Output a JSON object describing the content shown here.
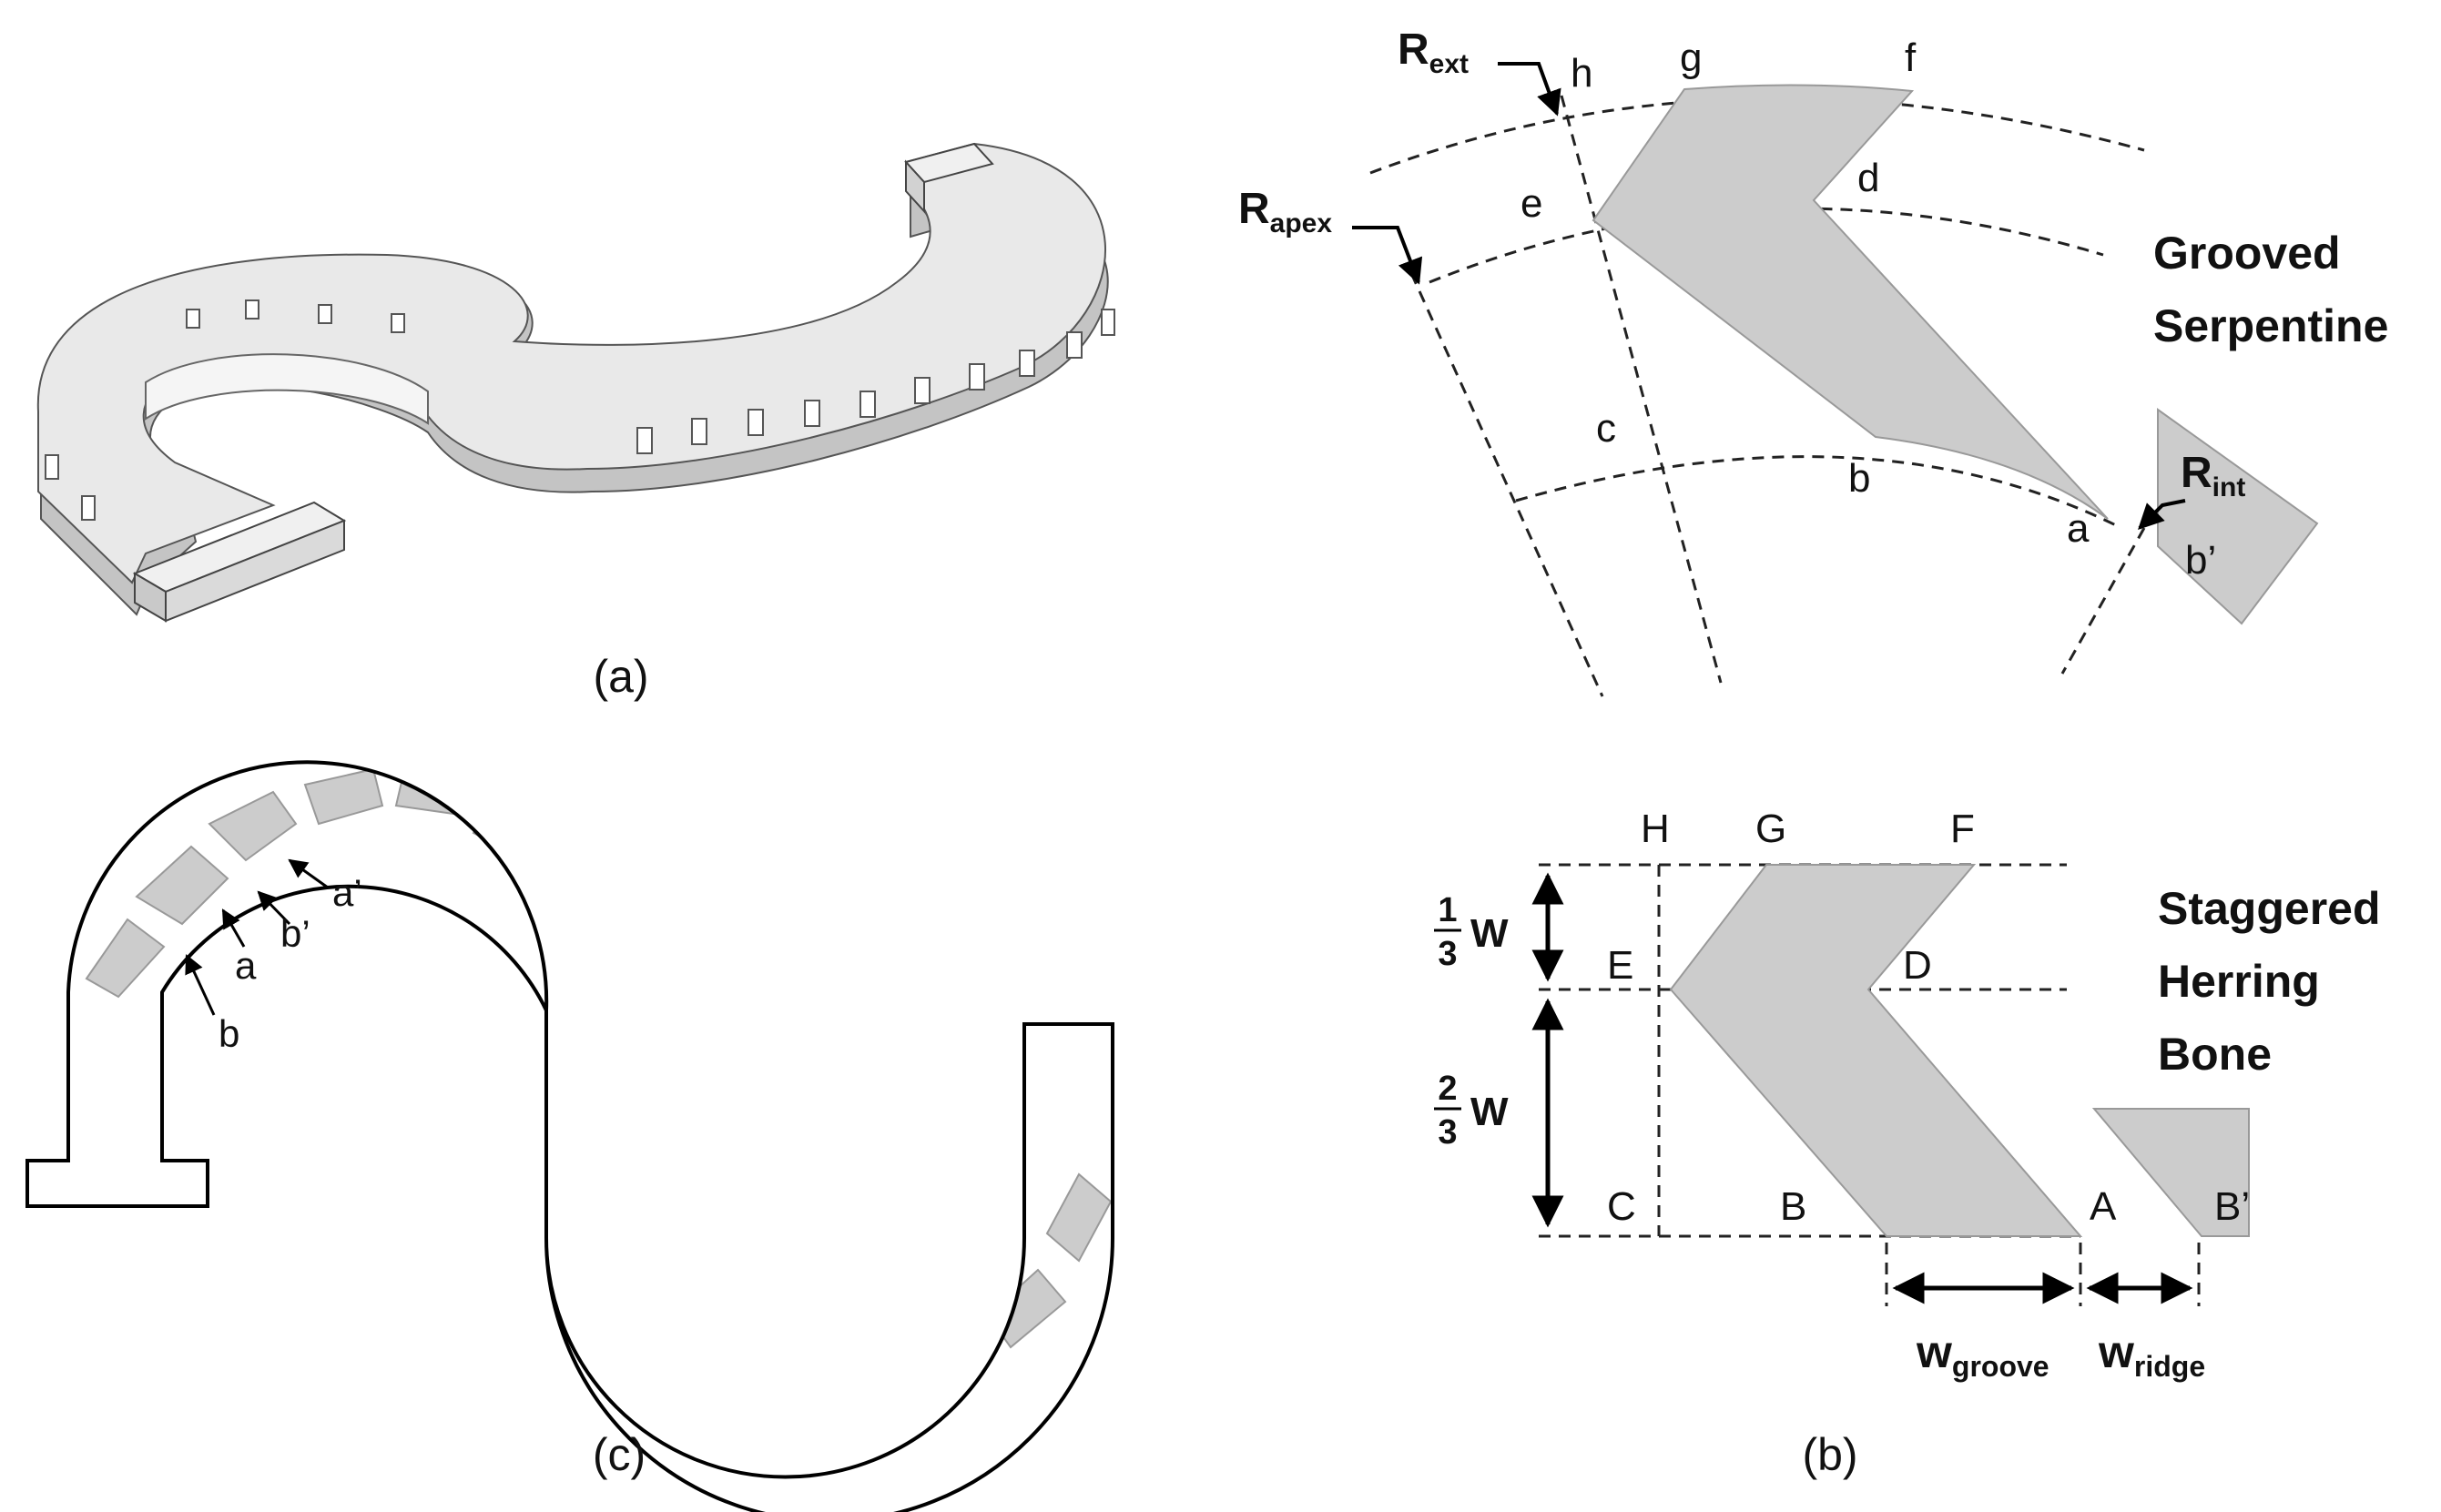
{
  "captions": {
    "a": "(a)",
    "b": "(b)",
    "c": "(c)"
  },
  "colors": {
    "groove_fill": "#cccccc",
    "groove_edge": "#999999",
    "outline": "#000000",
    "iso_top": "#e9e9e9",
    "iso_side": "#c4c4c4"
  },
  "serpentine": {
    "title_line1": "Grooved",
    "title_line2": "Serpentine",
    "points": {
      "a": "a",
      "b": "b",
      "c": "c",
      "d": "d",
      "e": "e",
      "f": "f",
      "g": "g",
      "h": "h",
      "b_prime": "b’"
    },
    "radii": {
      "ext": {
        "main": "R",
        "sub": "ext"
      },
      "apex": {
        "main": "R",
        "sub": "apex"
      },
      "int": {
        "main": "R",
        "sub": "int"
      }
    }
  },
  "herringbone": {
    "title_line1": "Staggered",
    "title_line2": "Herring",
    "title_line3": "Bone",
    "points": {
      "A": "A",
      "B": "B",
      "C": "C",
      "D": "D",
      "E": "E",
      "F": "F",
      "G": "G",
      "H": "H",
      "B_prime": "B’"
    },
    "fraction_one_third": {
      "num": "1",
      "den": "3",
      "var": "W"
    },
    "fraction_two_thirds": {
      "num": "2",
      "den": "3",
      "var": "W"
    },
    "w_groove": {
      "main": "w",
      "sub": "groove"
    },
    "w_ridge": {
      "main": "w",
      "sub": "ridge"
    }
  },
  "channel_2d": {
    "labels": {
      "a_prime": "a’",
      "b_prime": "b’",
      "a": "a",
      "b": "b"
    }
  }
}
